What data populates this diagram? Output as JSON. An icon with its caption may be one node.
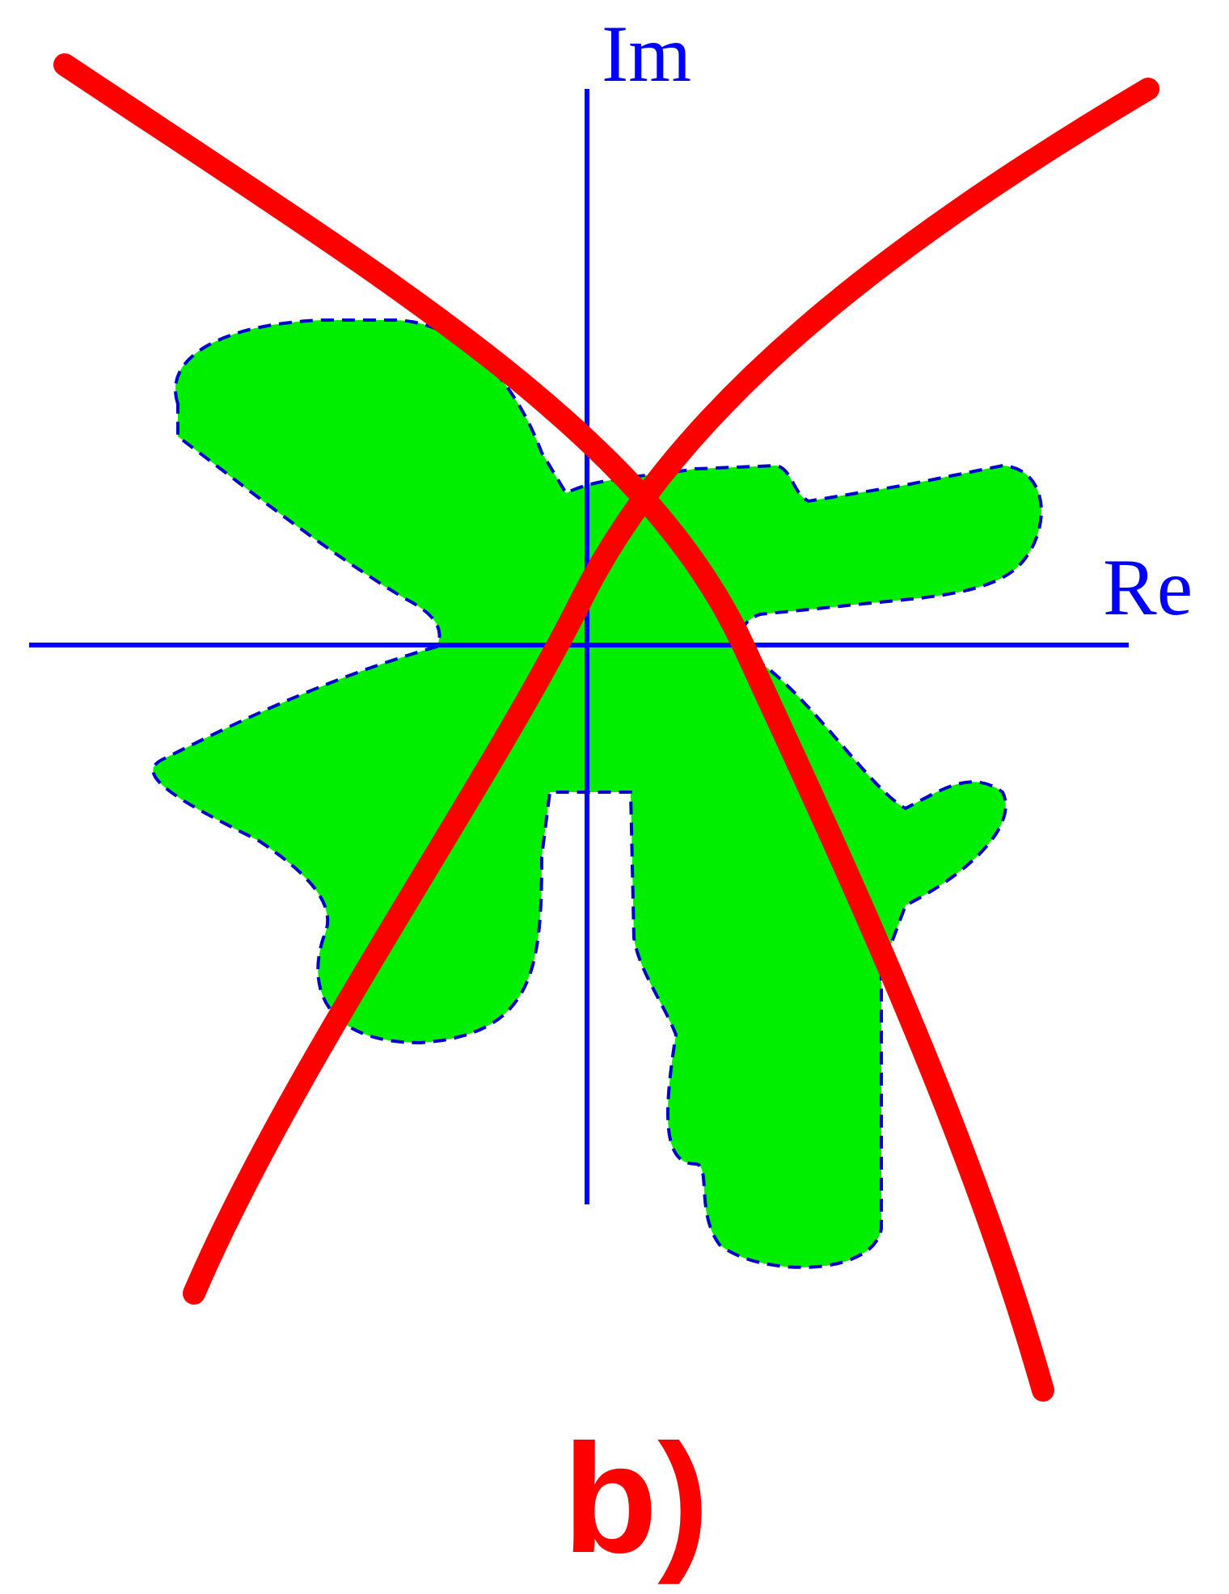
{
  "diagram": {
    "labels": [
      "Im",
      "Re",
      "b)"
    ]
  }
}
